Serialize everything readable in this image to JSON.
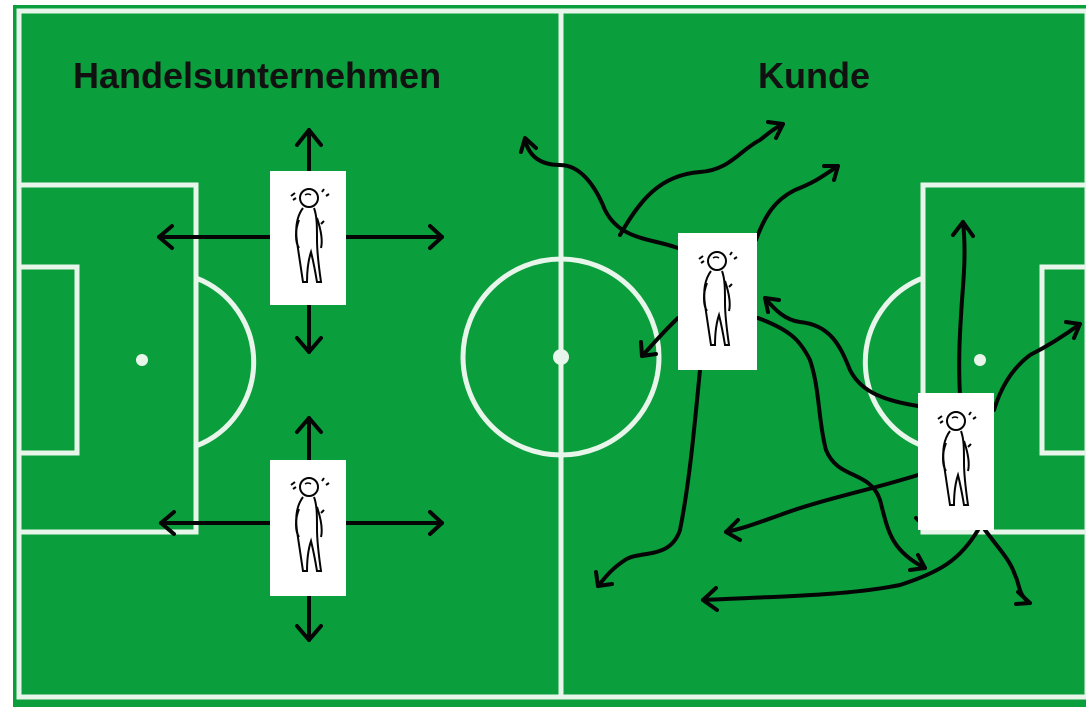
{
  "labels": {
    "left_side": "Handelsunternehmen",
    "right_side": "Kunde"
  },
  "colors": {
    "pitch_green": "#0a9e3c",
    "pitch_lines": "#e8f5ea",
    "arrows": "#050505",
    "figure_card": "#ffffff",
    "text": "#111111"
  },
  "figures": {
    "company_group": [
      "company-figure-top",
      "company-figure-bottom"
    ],
    "customer_group": [
      "customer-figure-center",
      "customer-figure-right"
    ]
  }
}
